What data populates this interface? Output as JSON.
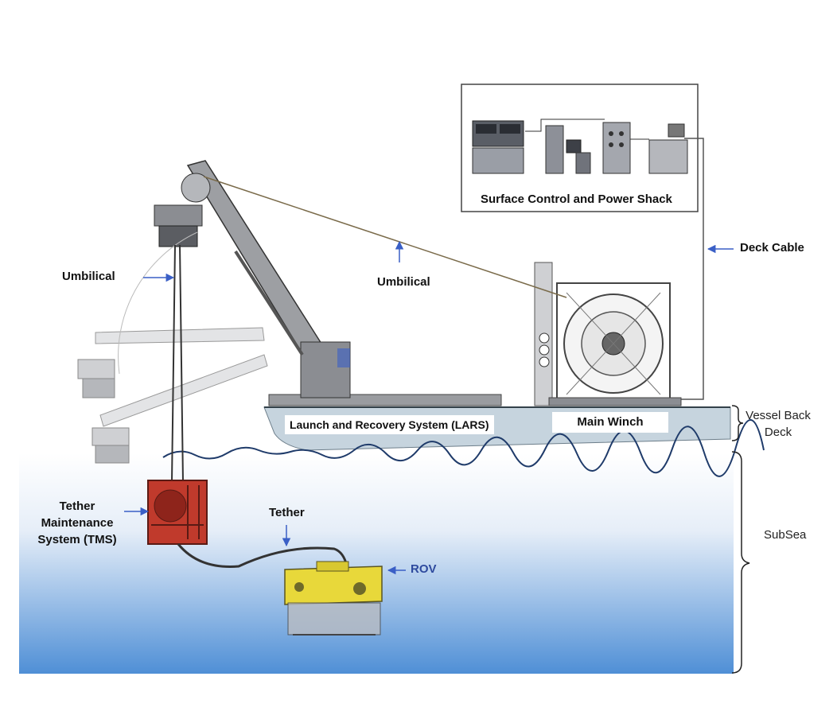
{
  "colors": {
    "water_top": "#ffffff",
    "water_bottom": "#4f8fd6",
    "deck": "#c6d4de",
    "steel": "#8b8d92",
    "steel_dark": "#4b4d52",
    "tms_red": "#c03a2c",
    "rov_yellow": "#e8d83a",
    "arrow_blue": "#3a5fc6",
    "line_gray": "#555555"
  },
  "labels": {
    "shack": "Surface Control and Power Shack",
    "deck_cable": "Deck Cable",
    "umbilical_left": "Umbilical",
    "umbilical_center": "Umbilical",
    "lars": "Launch and Recovery System (LARS)",
    "main_winch": "Main Winch",
    "vessel_back_deck_1": "Vessel Back",
    "vessel_back_deck_2": "Deck",
    "subsea": "SubSea",
    "tms_1": "Tether",
    "tms_2": "Maintenance",
    "tms_3": "System (TMS)",
    "tether": "Tether",
    "rov": "ROV"
  },
  "icons": {
    "arrow": "arrow-icon",
    "brace": "curly-brace-icon"
  }
}
